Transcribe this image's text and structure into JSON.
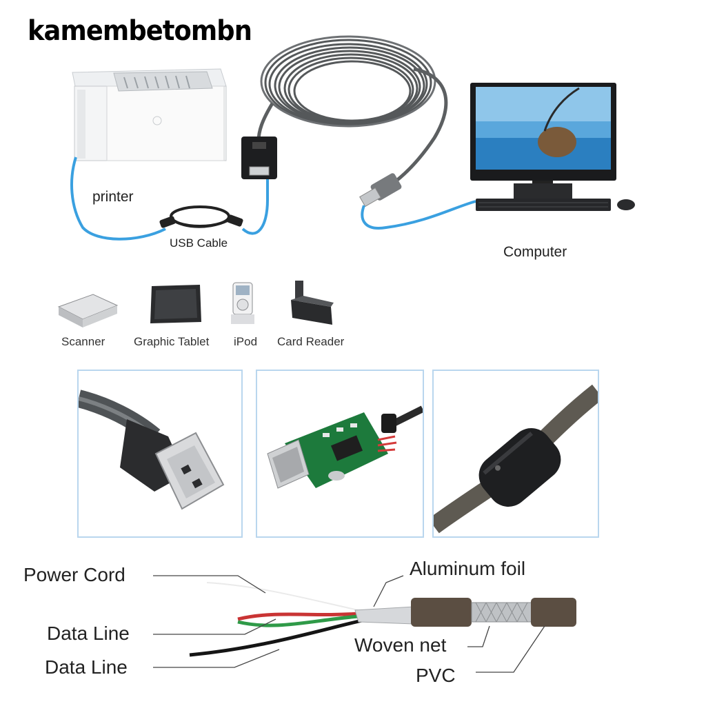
{
  "watermark": "kamembetombn",
  "top_diagram": {
    "printer_label": "printer",
    "usb_cable_label": "USB Cable",
    "computer_label": "Computer"
  },
  "devices": [
    {
      "label": "Scanner",
      "icon": "scanner-icon"
    },
    {
      "label": "Graphic Tablet",
      "icon": "tablet-icon"
    },
    {
      "label": "iPod",
      "icon": "ipod-icon"
    },
    {
      "label": "Card Reader",
      "icon": "card-reader-icon"
    }
  ],
  "detail_panels": [
    {
      "subject": "usb-a-male-plug"
    },
    {
      "subject": "usb-female-circuit-board"
    },
    {
      "subject": "ferrite-core"
    }
  ],
  "cable_diagram": {
    "power_cord": "Power Cord",
    "data_line_1": "Data Line",
    "data_line_2": "Data Line",
    "aluminum_foil": "Aluminum foil",
    "woven_net": "Woven net",
    "pvc": "PVC"
  },
  "colors": {
    "usb_cable_blue": "#3aa0e0",
    "panel_border": "#b9d6ee"
  }
}
